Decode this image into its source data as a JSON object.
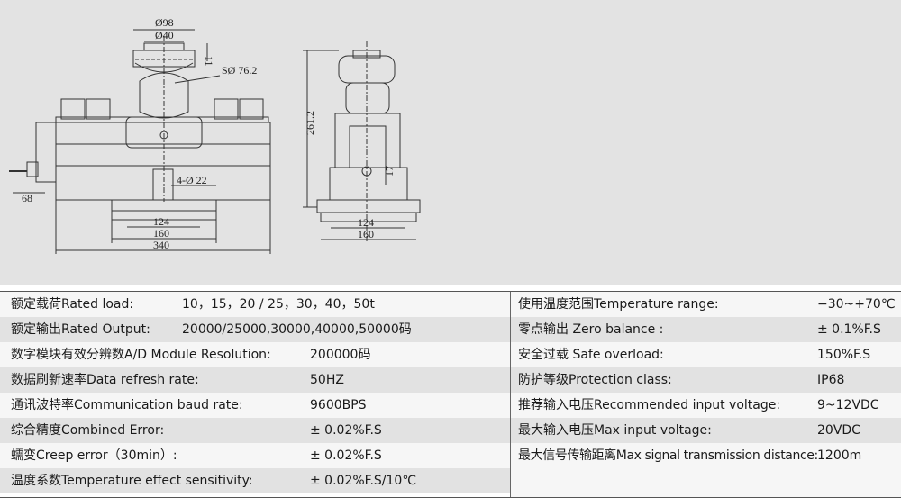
{
  "drawing": {
    "dims": {
      "d98": "Ø98",
      "d40": "Ø40",
      "h11": "11",
      "sphere": "SØ 76.2",
      "w68": "68",
      "holes": "4-Ø 22",
      "w124": "124",
      "w160": "160",
      "w340": "340",
      "h2612": "261.2",
      "h17": "17",
      "side124": "124",
      "side160": "160"
    }
  },
  "specs": {
    "left": [
      {
        "label": "额定载荷Rated load:",
        "value": "10，15，20 / 25，30，40，50t"
      },
      {
        "label": "额定输出Rated Output:",
        "value": "20000/25000,30000,40000,50000码"
      },
      {
        "label": "数字模块有效分辨数A/D Module Resolution:",
        "value": "200000码"
      },
      {
        "label": "数据刷新速率Data refresh rate:",
        "value": "50HZ"
      },
      {
        "label": "通讯波特率Communication baud rate:",
        "value": "9600BPS"
      },
      {
        "label": "综合精度Combined Error:",
        "value": "± 0.02%F.S"
      },
      {
        "label": "蠕变Creep error（30min）:",
        "value": "± 0.02%F.S"
      },
      {
        "label": "温度系数Temperature effect sensitivity:",
        "value": "± 0.02%F.S/10℃"
      }
    ],
    "right": [
      {
        "label": "使用温度范围Temperature range:",
        "value": "−30~+70℃"
      },
      {
        "label": "零点输出 Zero balance :",
        "value": "± 0.1%F.S"
      },
      {
        "label": "安全过载 Safe overload:",
        "value": "150%F.S"
      },
      {
        "label": "防护等级Protection class:",
        "value": "IP68"
      },
      {
        "label": "推荐输入电压Recommended input voltage:",
        "value": "9~12VDC"
      },
      {
        "label": "最大输入电压Max input voltage:",
        "value": "20VDC"
      },
      {
        "label": "最大信号传输距离Max signal transmission distance:",
        "value": "1200m"
      }
    ]
  }
}
